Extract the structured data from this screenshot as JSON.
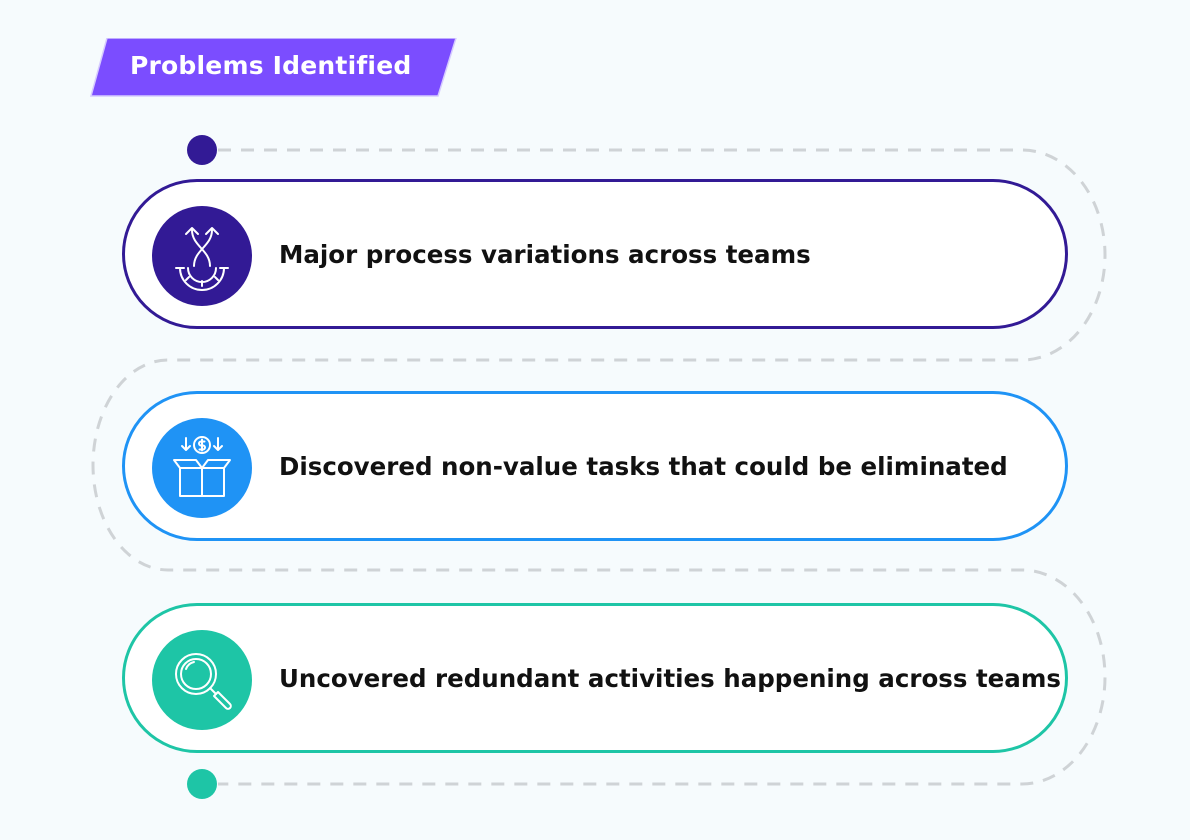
{
  "banner": {
    "title": "Problems Identified",
    "color": "#7b4dff"
  },
  "items": [
    {
      "label": "Major process variations across teams",
      "icon": "process-variation-gear-icon",
      "color": "#321a95"
    },
    {
      "label": "Discovered non-value tasks that could be eliminated",
      "icon": "box-dollar-icon",
      "color": "#1f93f5"
    },
    {
      "label": "Uncovered redundant activities happening across teams",
      "icon": "magnifier-icon",
      "color": "#1ec5a6"
    }
  ],
  "connector": {
    "color": "#cfd3d6",
    "start_dot": "#321a95",
    "end_dot": "#1ec5a6"
  }
}
